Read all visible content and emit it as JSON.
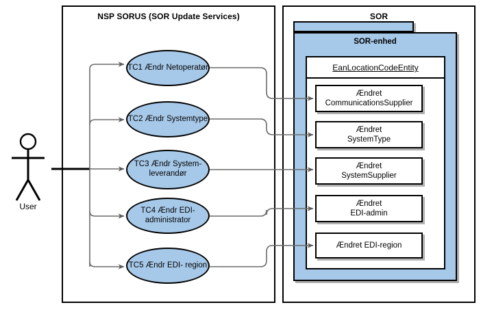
{
  "diagram": {
    "type": "uml-use-case-diagram",
    "background": "#ffffff",
    "accent_blue": "#a7c9e9",
    "line_color": "#6a6a6a"
  },
  "actor": {
    "name": "User",
    "icon": "stick-figure-actor"
  },
  "boundaries": [
    {
      "id": "nsp",
      "title": "NSP SORUS (SOR Update Services)"
    },
    {
      "id": "sor",
      "title": "SOR"
    }
  ],
  "packages": [
    {
      "id": "sor-enhed",
      "title": "SOR-enhed",
      "fill": "#a7c9e9"
    }
  ],
  "entity_class": {
    "title": "EanLocationCodeEntity",
    "underlined": true
  },
  "use_cases": [
    {
      "id": "tc1",
      "line1": "TC1 Ændr",
      "line2": "Netoperatør"
    },
    {
      "id": "tc2",
      "line1": "TC2 Ændr",
      "line2": "Systemtype"
    },
    {
      "id": "tc3",
      "line1": "TC3 Ændr",
      "line2": "System-",
      "line3": "leverandør"
    },
    {
      "id": "tc4",
      "line1": "TC4 Ændr EDI-",
      "line2": "administrator"
    },
    {
      "id": "tc5",
      "line1": "TC5 Ændr EDI-",
      "line2": "region"
    }
  ],
  "entities": [
    {
      "id": "e1",
      "line1": "Ændret",
      "line2": "CommunicationsSupplier"
    },
    {
      "id": "e2",
      "line1": "Ændret",
      "line2": "SystemType"
    },
    {
      "id": "e3",
      "line1": "Ændret",
      "line2": "SystemSupplier"
    },
    {
      "id": "e4",
      "line1": "Ændret",
      "line2": "EDI-admin"
    },
    {
      "id": "e5",
      "line1": "Ændret EDI-region",
      "line2": ""
    }
  ]
}
